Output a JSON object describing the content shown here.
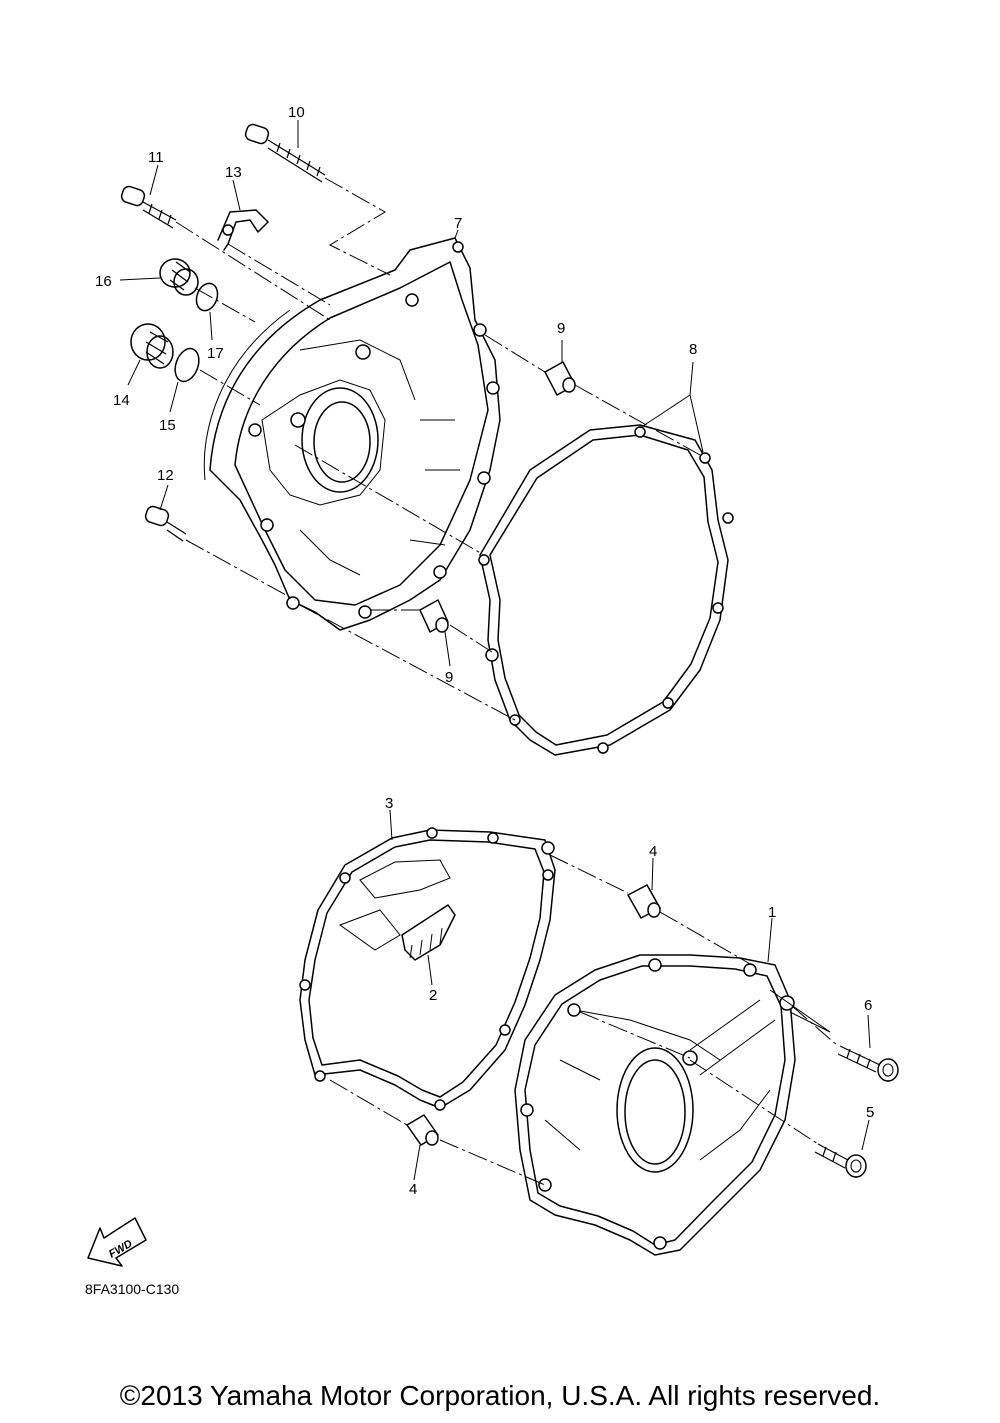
{
  "diagram_code": "8FA3100-C130",
  "copyright": "©2013 Yamaha Motor Corporation, U.S.A. All rights reserved.",
  "fwd_label": "FWD",
  "callouts": {
    "c1": "1",
    "c2": "2",
    "c3": "3",
    "c4a": "4",
    "c4b": "4",
    "c5": "5",
    "c6": "6",
    "c7": "7",
    "c8": "8",
    "c9a": "9",
    "c9b": "9",
    "c10": "10",
    "c11": "11",
    "c12": "12",
    "c13": "13",
    "c14": "14",
    "c15": "15",
    "c16": "16",
    "c17": "17"
  }
}
